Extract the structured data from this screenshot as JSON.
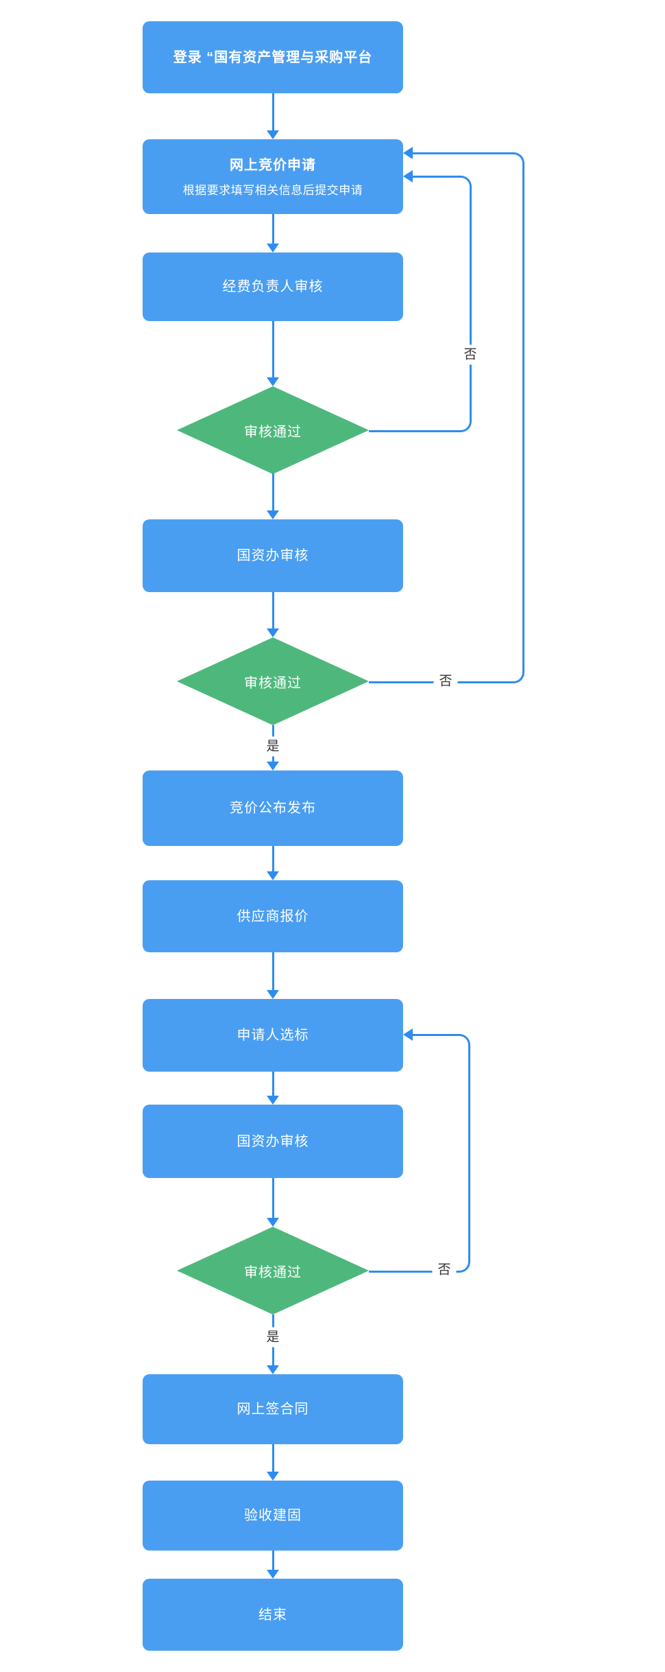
{
  "diagram": {
    "type": "flowchart",
    "nodes": [
      {
        "id": "login",
        "type": "process",
        "label": "登录 “国有资产管理与采购平台"
      },
      {
        "id": "bid-application",
        "type": "process",
        "label": "网上竞价申请",
        "sublabel": "根据要求填写相关信息后提交申请"
      },
      {
        "id": "fund-manager-review",
        "type": "process",
        "label": "经费负责人审核"
      },
      {
        "id": "review-pass-1",
        "type": "decision",
        "label": "审核通过"
      },
      {
        "id": "gzb-review-1",
        "type": "process",
        "label": "国资办审核"
      },
      {
        "id": "review-pass-2",
        "type": "decision",
        "label": "审核通过"
      },
      {
        "id": "bid-publish",
        "type": "process",
        "label": "竞价公布发布"
      },
      {
        "id": "supplier-quote",
        "type": "process",
        "label": "供应商报价"
      },
      {
        "id": "applicant-select",
        "type": "process",
        "label": "申请人选标"
      },
      {
        "id": "gzb-review-2",
        "type": "process",
        "label": "国资办审核"
      },
      {
        "id": "review-pass-3",
        "type": "decision",
        "label": "审核通过"
      },
      {
        "id": "sign-contract",
        "type": "process",
        "label": "网上签合同"
      },
      {
        "id": "acceptance",
        "type": "process",
        "label": "验收建固"
      },
      {
        "id": "end",
        "type": "process",
        "label": "结束"
      }
    ],
    "edge_labels": {
      "no": "否",
      "yes": "是"
    },
    "edges": [
      {
        "from": "login",
        "to": "bid-application"
      },
      {
        "from": "bid-application",
        "to": "fund-manager-review"
      },
      {
        "from": "fund-manager-review",
        "to": "review-pass-1"
      },
      {
        "from": "review-pass-1",
        "to": "bid-application",
        "label": "否"
      },
      {
        "from": "review-pass-1",
        "to": "gzb-review-1"
      },
      {
        "from": "gzb-review-1",
        "to": "review-pass-2"
      },
      {
        "from": "review-pass-2",
        "to": "bid-application",
        "label": "否"
      },
      {
        "from": "review-pass-2",
        "to": "bid-publish",
        "label": "是"
      },
      {
        "from": "bid-publish",
        "to": "supplier-quote"
      },
      {
        "from": "supplier-quote",
        "to": "applicant-select"
      },
      {
        "from": "applicant-select",
        "to": "gzb-review-2"
      },
      {
        "from": "gzb-review-2",
        "to": "review-pass-3"
      },
      {
        "from": "review-pass-3",
        "to": "applicant-select",
        "label": "否"
      },
      {
        "from": "review-pass-3",
        "to": "sign-contract",
        "label": "是"
      },
      {
        "from": "sign-contract",
        "to": "acceptance"
      },
      {
        "from": "acceptance",
        "to": "end"
      }
    ],
    "colors": {
      "process_fill": "#4a9ef2",
      "decision_fill": "#4eb87c",
      "connector": "#2e8cf0",
      "shape_text": "#ffffff",
      "edge_label_text": "#333333",
      "background": "#ffffff"
    }
  }
}
